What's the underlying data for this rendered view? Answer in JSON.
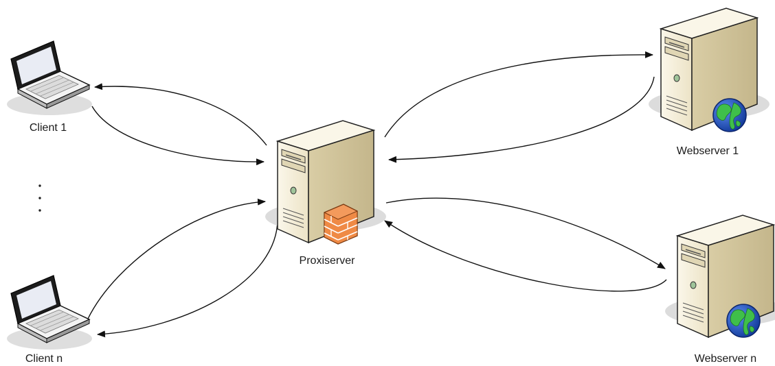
{
  "nodes": {
    "client_1": {
      "label": "Client 1",
      "kind": "laptop"
    },
    "client_n": {
      "label": "Client n",
      "kind": "laptop"
    },
    "proxy": {
      "label": "Proxiserver",
      "kind": "server",
      "badge": "firewall"
    },
    "webserver_1": {
      "label": "Webserver 1",
      "kind": "server",
      "badge": "globe"
    },
    "webserver_n": {
      "label": "Webserver n",
      "kind": "server",
      "badge": "globe"
    }
  },
  "ellipsis": "⋮",
  "colors": {
    "case_light": "#f7f1de",
    "case_mid": "#e9dfbf",
    "case_dark": "#cdbf95",
    "shadow": "#dedede",
    "firewall": "#f0884a",
    "globe_sea": "#2457c8",
    "globe_land": "#3fbf4a"
  }
}
